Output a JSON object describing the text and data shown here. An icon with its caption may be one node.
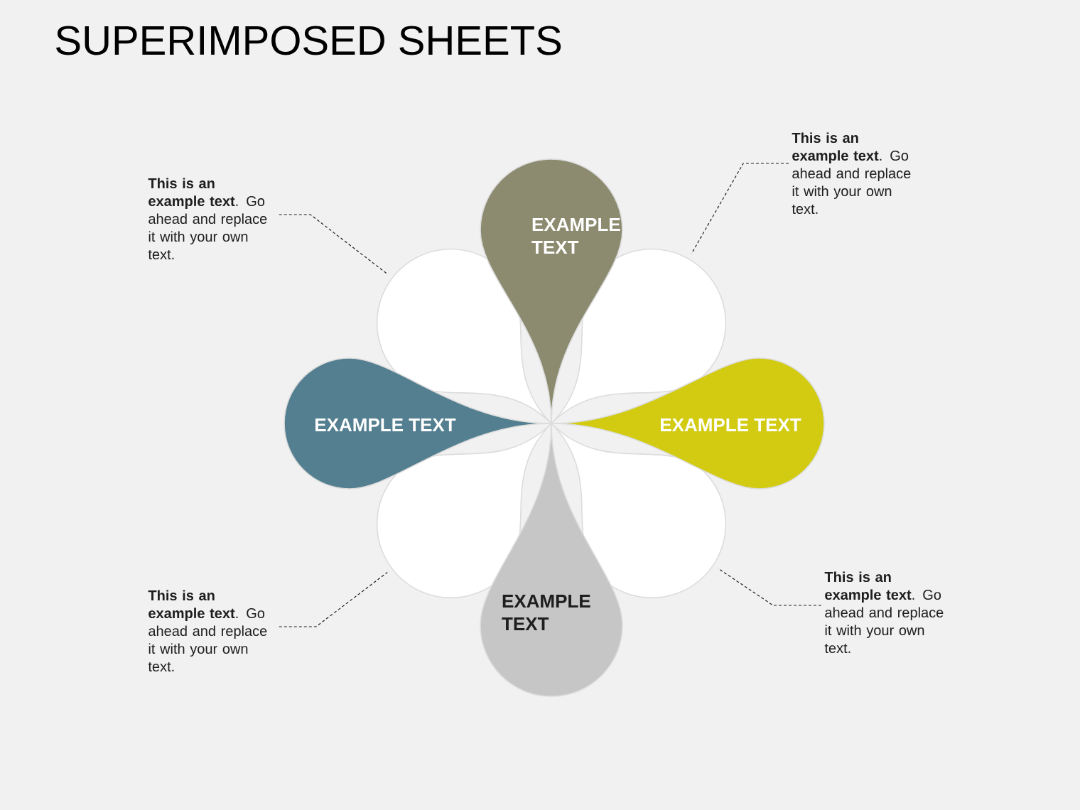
{
  "diagram": {
    "title": "SUPERIMPOSED SHEETS",
    "nodes": [
      {
        "text": [
          "EXAMPLE TEXT"
        ]
      },
      {
        "text": [
          "EXAMPLE TEXT"
        ]
      },
      {
        "text": [
          "EXAMPLE TEXT"
        ]
      },
      {
        "text": [
          "EXAMPLE TEXT"
        ]
      },
      {
        "text": [],
        "shape": "petal"
      },
      {
        "text": [],
        "shape": "petal"
      },
      {
        "text": [],
        "shape": "petal"
      },
      {
        "text": [],
        "shape": "petal"
      },
      {
        "text": [
          "**This is an example text**. Go ahead and replace it with your own text."
        ]
      },
      {
        "text": [
          "**This is an example text**. Go ahead and replace it with your own text."
        ]
      },
      {
        "text": [
          "**This is an example text**. Go ahead and replace it with your own text."
        ]
      },
      {
        "text": [
          "**This is an example text**. Go ahead and replace it with your own text."
        ]
      }
    ],
    "edges": [
      {
        "from": 9,
        "to": 4,
        "arrow": "none",
        "style": "dashed"
      },
      {
        "from": 8,
        "to": 5,
        "arrow": "none",
        "style": "dashed"
      },
      {
        "from": 10,
        "to": 6,
        "arrow": "none",
        "style": "dashed"
      },
      {
        "from": 11,
        "to": 7,
        "arrow": "none",
        "style": "dashed"
      }
    ]
  }
}
